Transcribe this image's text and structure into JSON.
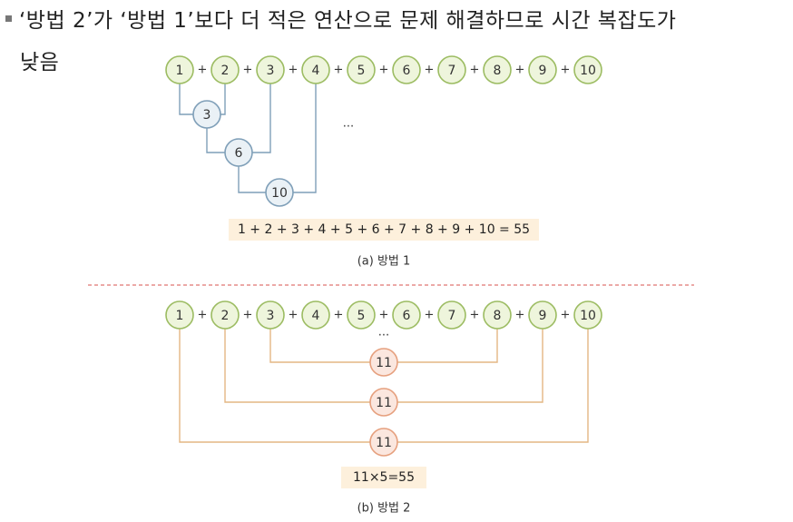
{
  "header": {
    "line1": "‘방법 2’가 ‘방법 1’보다 더 적은 연산으로 문제 해결하므로 시간 복잡도가",
    "line2": "낮음"
  },
  "method1": {
    "numbers": [
      "1",
      "2",
      "3",
      "4",
      "5",
      "6",
      "7",
      "8",
      "9",
      "10"
    ],
    "partial_sums": [
      "3",
      "6",
      "10"
    ],
    "ellipsis": "...",
    "equation": "1 + 2 + 3 + 4 + 5 + 6 + 7 + 8 + 9 + 10 = 55",
    "caption": "(a) 방법 1"
  },
  "method2": {
    "numbers": [
      "1",
      "2",
      "3",
      "4",
      "5",
      "6",
      "7",
      "8",
      "9",
      "10"
    ],
    "pair_sums": [
      "11",
      "11",
      "11"
    ],
    "ellipsis": "...",
    "equation": "11×5=55",
    "caption": "(b) 방법 2"
  },
  "colors": {
    "green_fill": "#eef5dc",
    "green_stroke": "#9cbc62",
    "blue_fill": "#eaf1f6",
    "blue_stroke": "#7f9fb8",
    "orange_fill": "#fbe7df",
    "orange_stroke": "#e6a07e",
    "tree1_line": "#7f9fb8",
    "tree2_line": "#e3b784",
    "eq_band": "#fdf0dc",
    "divider": "#d9534f"
  }
}
